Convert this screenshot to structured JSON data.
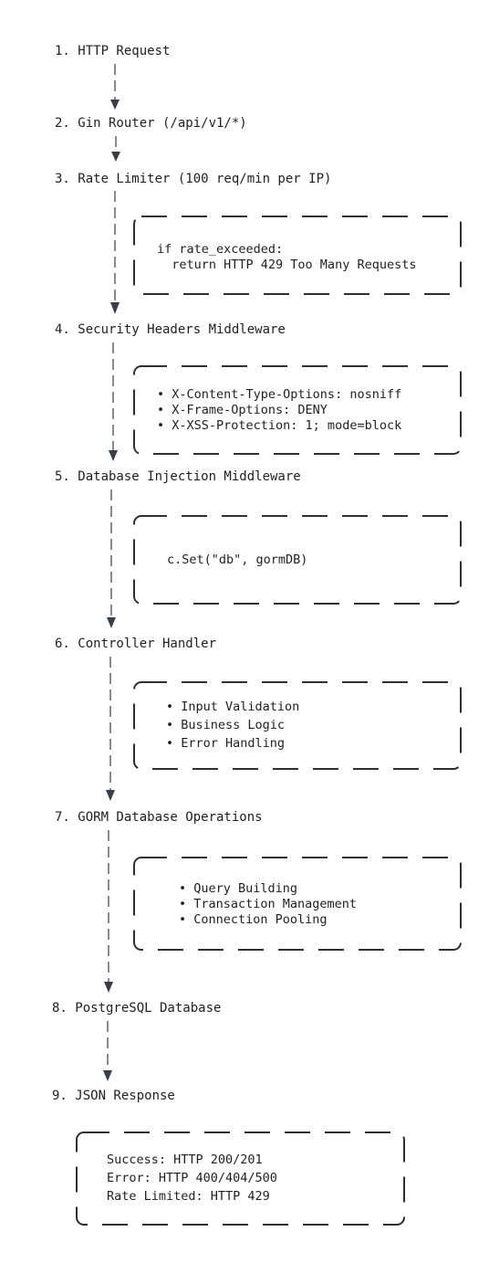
{
  "steps": [
    "1. HTTP Request",
    "2. Gin Router (/api/v1/*)",
    "3. Rate Limiter (100 req/min per IP)",
    "4. Security Headers Middleware",
    "5. Database Injection Middleware",
    "6. Controller Handler",
    "7. GORM Database Operations",
    "8. PostgreSQL Database",
    "9. JSON Response"
  ],
  "notes": {
    "rate_limiter": [
      "if rate_exceeded:",
      "  return HTTP 429 Too Many Requests"
    ],
    "security_headers": [
      "• X-Content-Type-Options: nosniff",
      "• X-Frame-Options: DENY",
      "• X-XSS-Protection: 1; mode=block"
    ],
    "db_injection": [
      "c.Set(\"db\", gormDB)"
    ],
    "controller": [
      "• Input Validation",
      "• Business Logic",
      "• Error Handling"
    ],
    "gorm": [
      "• Query Building",
      "• Transaction Management",
      "• Connection Pooling"
    ],
    "response": [
      "Success: HTTP 200/201",
      "Error: HTTP 400/404/500",
      "Rate Limited: HTTP 429"
    ]
  }
}
